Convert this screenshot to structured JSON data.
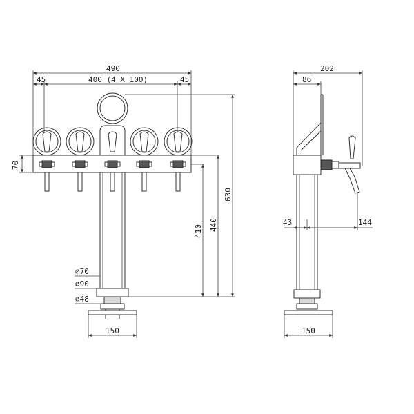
{
  "front_view": {
    "overall_width": "490",
    "left_margin": "45",
    "tap_spacing": "400 (4 X 100)",
    "right_margin": "45",
    "box_height": "70",
    "overall_height": "630",
    "height_440": "440",
    "height_410": "410",
    "dia_70": "⌀70",
    "dia_90": "⌀90",
    "dia_48": "⌀48",
    "base_width": "150"
  },
  "side_view": {
    "overall_depth": "202",
    "depth_86": "86",
    "dim_43": "43",
    "dim_144": "144",
    "base_width": "150"
  }
}
